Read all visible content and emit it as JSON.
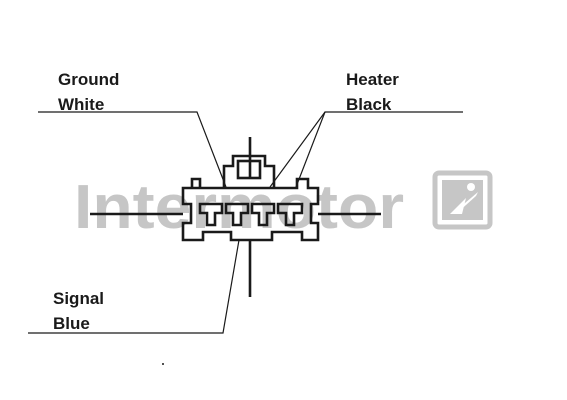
{
  "watermark": {
    "text": "Intermotor",
    "color": "#c6c6c6"
  },
  "labels": {
    "ground": {
      "name": "Ground",
      "wire": "White"
    },
    "heater": {
      "name": "Heater",
      "wire": "Black"
    },
    "signal": {
      "name": "Signal",
      "wire": "Blue"
    }
  },
  "colors": {
    "line": "#1a1a1a",
    "watermark": "#c6c6c6",
    "background": "#ffffff"
  }
}
